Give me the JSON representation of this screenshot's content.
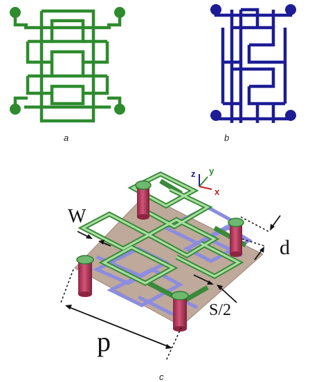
{
  "captions": {
    "a": "a",
    "b": "b",
    "c": "c"
  },
  "dimensions": {
    "w": "W",
    "d": "d",
    "s": "S/2",
    "p": "p"
  },
  "axes": {
    "z": "z",
    "y": "y",
    "x": "x"
  },
  "colors": {
    "top_layer": "#2e8b2e",
    "bottom_layer": "#1c1c96",
    "bottom_layer_3d": "#8c8ce0",
    "top_layer_3d": "#8ccf8c",
    "substrate": "#bfa99a",
    "via": "#b83a5c"
  }
}
